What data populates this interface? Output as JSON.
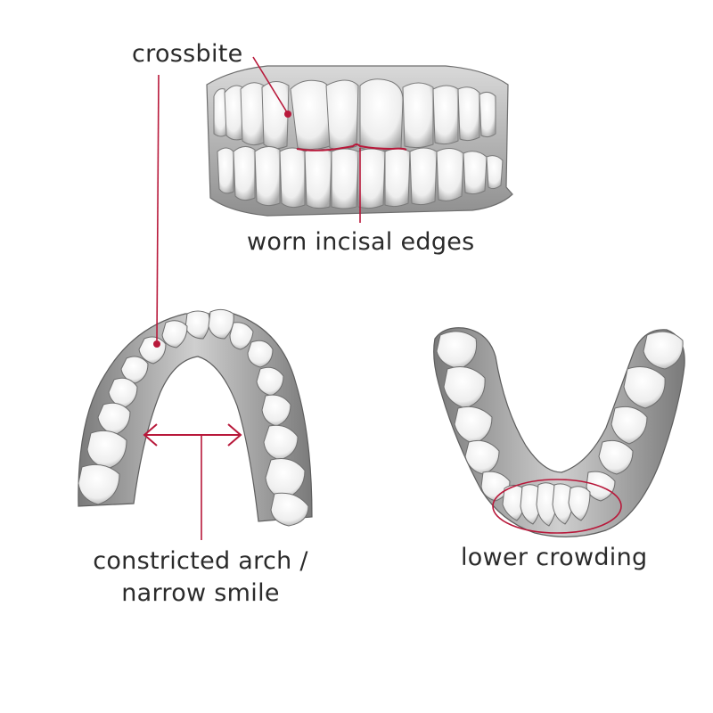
{
  "labels": {
    "crossbite": "crossbite",
    "worn_incisal_edges": "worn incisal edges",
    "constricted_arch_line1": "constricted arch /",
    "constricted_arch_line2": "narrow smile",
    "lower_crowding": "lower crowding"
  },
  "colors": {
    "annotation": "#b8183a",
    "tooth_fill": "#f7f7f7",
    "tooth_shade": "#bdbdbd",
    "tooth_outline": "#6e6e6e",
    "text": "#2b2b2b"
  },
  "icons": {
    "front_view": "front-teeth-view-icon",
    "upper_arch": "upper-arch-icon",
    "lower_arch": "lower-arch-icon"
  }
}
